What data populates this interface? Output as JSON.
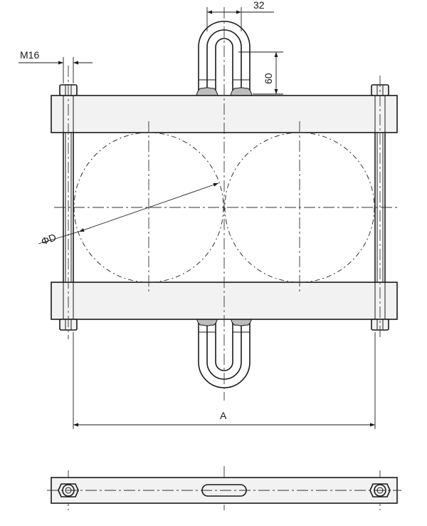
{
  "drawing": {
    "dimensions": {
      "bolt_thread": "M16",
      "ubolt_width": "32",
      "ubolt_height": "60",
      "diameter": "ΦD",
      "span": "A"
    }
  }
}
